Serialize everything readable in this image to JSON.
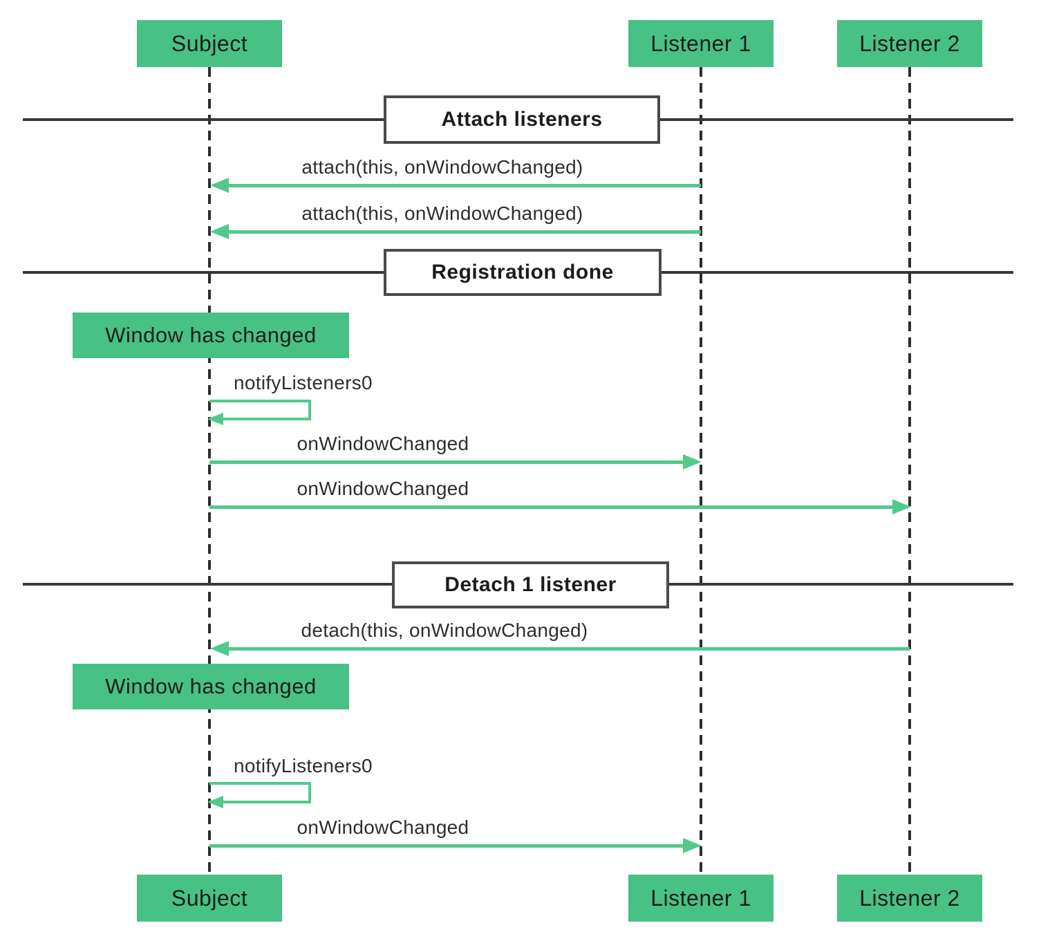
{
  "colors": {
    "green_fill": "#47c184",
    "arrow_green": "#52c98b",
    "section_border": "#4a4a4a",
    "divider_line": "#383838",
    "lifeline": "#2d2d2d",
    "text_dark": "#1c1c1c",
    "label_text": "#2e2e2e",
    "background": "#ffffff"
  },
  "actors": {
    "subject": "Subject",
    "listener1": "Listener 1",
    "listener2": "Listener 2"
  },
  "sections": {
    "attach": "Attach listeners",
    "registration": "Registration done",
    "detach": "Detach 1 listener"
  },
  "notes": {
    "window_changed_1": "Window has changed",
    "window_changed_2": "Window has changed"
  },
  "messages": {
    "attach_1": "attach(this, onWindowChanged)",
    "attach_2": "attach(this, onWindowChanged)",
    "notify_1": "notifyListeners0",
    "on_window_changed_1": "onWindowChanged",
    "on_window_changed_2": "onWindowChanged",
    "detach_1": "detach(this, onWindowChanged)",
    "notify_2": "notifyListeners0",
    "on_window_changed_3": "onWindowChanged"
  }
}
